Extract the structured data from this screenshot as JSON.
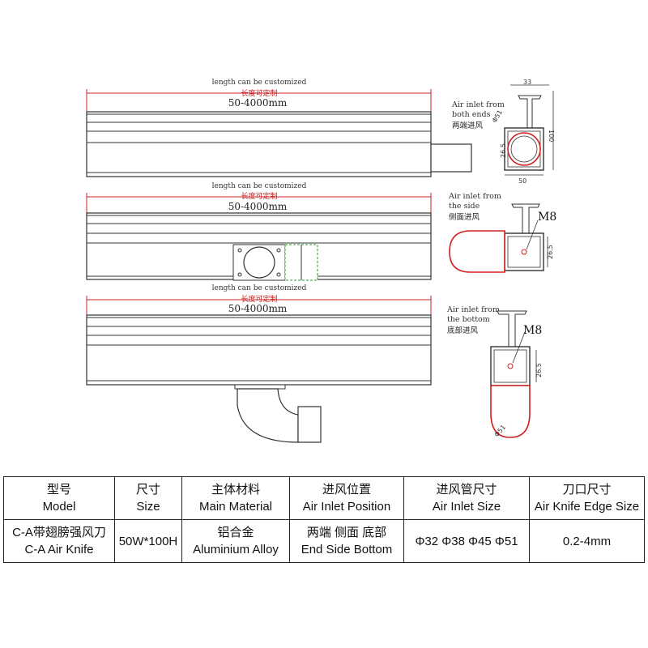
{
  "drawings": [
    {
      "length_en": "length can be customized",
      "length_cn": "长度可定制",
      "length_value": "50-4000mm",
      "inlet_note_en_1": "Air inlet from",
      "inlet_note_en_2": "both ends",
      "inlet_note_cn": "两端进风",
      "dim_top": "33",
      "dim_right": "100",
      "dim_bottom": "50",
      "dim_left": "26.5",
      "dim_diameter": "Φ51"
    },
    {
      "length_en": "length can be customized",
      "length_cn": "长度可定制",
      "length_value": "50-4000mm",
      "inlet_note_en_1": "Air inlet from",
      "inlet_note_en_2": "the side",
      "inlet_note_cn": "侧面进风",
      "thread": "M8",
      "dim_side": "26.5"
    },
    {
      "length_en": "length can be customized",
      "length_cn": "长度可定制",
      "length_value": "50-4000mm",
      "inlet_note_en_1": "Air inlet from",
      "inlet_note_en_2": "the bottom",
      "inlet_note_cn": "底部进风",
      "thread": "M8",
      "dim_side": "26.5",
      "dim_diameter": "Φ51"
    }
  ],
  "table": {
    "headers": [
      {
        "cn": "型号",
        "en": "Model"
      },
      {
        "cn": "尺寸",
        "en": "Size"
      },
      {
        "cn": "主体材料",
        "en": "Main Material"
      },
      {
        "cn": "进风位置",
        "en": "Air Inlet Position"
      },
      {
        "cn": "进风管尺寸",
        "en": "Air Inlet Size"
      },
      {
        "cn": "刀口尺寸",
        "en": "Air Knife Edge Size"
      }
    ],
    "row": [
      {
        "l1": "C-A带翅膀强风刀",
        "l2": "C-A Air Knife"
      },
      {
        "l1": "50W*100H",
        "l2": ""
      },
      {
        "l1": "铝合金",
        "l2": "Aluminium Alloy"
      },
      {
        "l1": "两端 侧面 底部",
        "l2": "End Side Bottom"
      },
      {
        "l1": "Φ32 Φ38 Φ45 Φ51",
        "l2": ""
      },
      {
        "l1": "0.2-4mm",
        "l2": ""
      }
    ]
  }
}
